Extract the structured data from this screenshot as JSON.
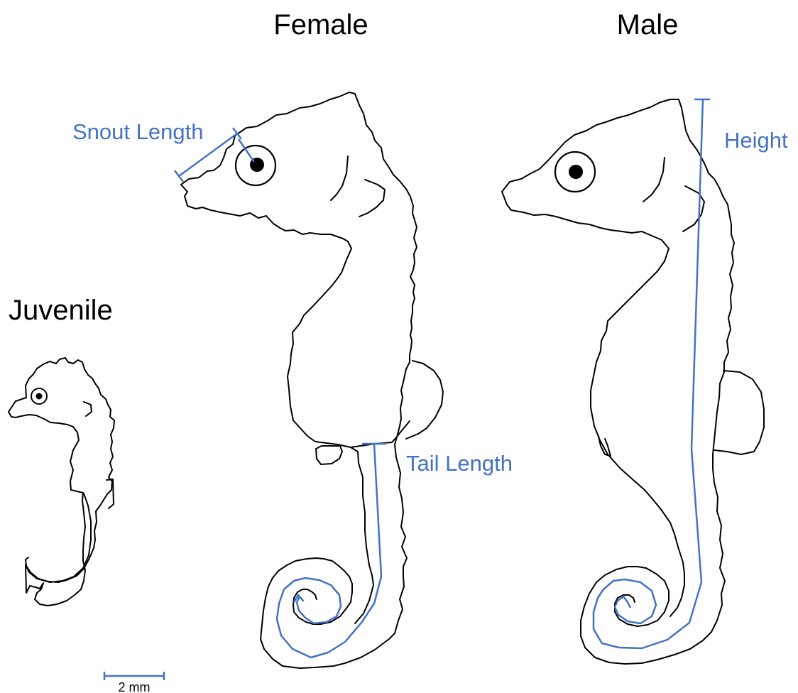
{
  "labels": {
    "female": "Female",
    "male": "Male",
    "juvenile": "Juvenile"
  },
  "measurements": {
    "snout_length": "Snout Length",
    "height": "Height",
    "tail_length": "Tail Length"
  },
  "scale_bar": {
    "label": "2 mm"
  },
  "colors": {
    "measurement": "#4472C4",
    "outline": "#000000",
    "text": "#000000",
    "background": "#FFFFFF"
  }
}
